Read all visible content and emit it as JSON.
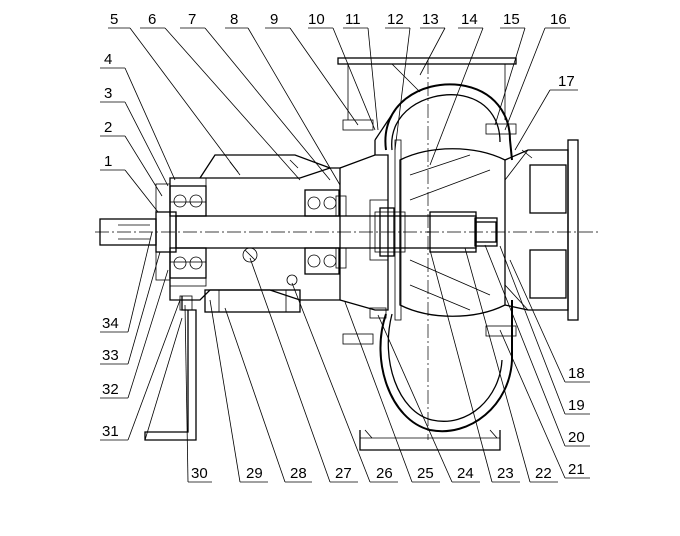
{
  "drawing": {
    "labels_top": [
      "5",
      "6",
      "7",
      "8",
      "9",
      "10",
      "11",
      "12",
      "13",
      "14",
      "15",
      "16"
    ],
    "labels_left": [
      "4",
      "3",
      "2",
      "1",
      "34",
      "33",
      "32",
      "31"
    ],
    "labels_right": [
      "17",
      "18",
      "19",
      "20",
      "21"
    ],
    "labels_bottom": [
      "30",
      "29",
      "28",
      "27",
      "26",
      "25",
      "24",
      "23",
      "22"
    ]
  }
}
